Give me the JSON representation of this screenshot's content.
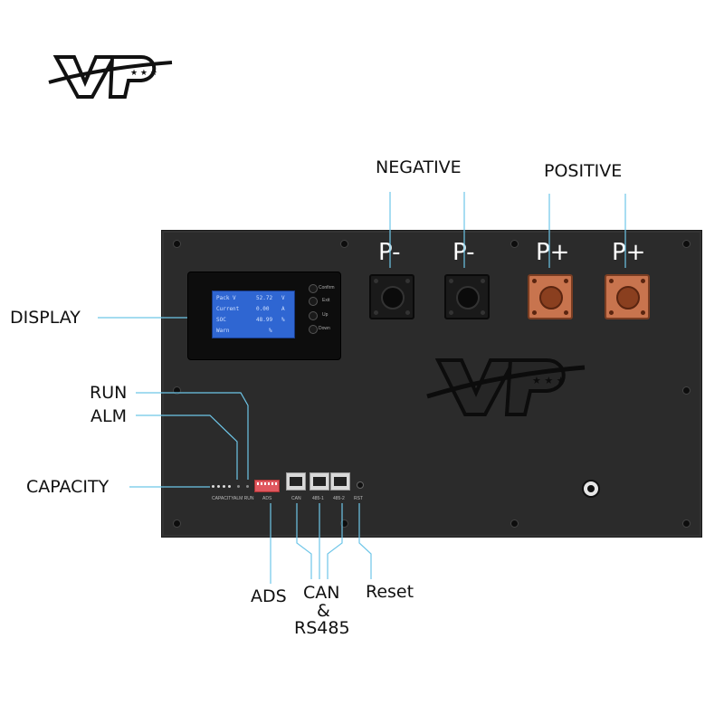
{
  "brand": {
    "logo_text": "VP"
  },
  "callouts": {
    "negative": "NEGATIVE",
    "positive": "POSITIVE",
    "display": "DISPLAY",
    "run": "RUN",
    "alm": "ALM",
    "capacity": "CAPACITY",
    "ads": "ADS",
    "can": "CAN",
    "and": "&",
    "rs485": "RS485",
    "reset": "Reset"
  },
  "terminals": [
    {
      "label": "P-"
    },
    {
      "label": "P-"
    },
    {
      "label": "P+"
    },
    {
      "label": "P+"
    }
  ],
  "lcd": {
    "rows": [
      {
        "name": "Pack V",
        "value": "52.72",
        "unit": "V"
      },
      {
        "name": "Current",
        "value": "0.00",
        "unit": "A"
      },
      {
        "name": "SOC",
        "value": "48.99",
        "unit": "%"
      },
      {
        "name": "Warn",
        "value": "",
        "unit": "%"
      }
    ]
  },
  "display_buttons": [
    "Confirm",
    "Exit",
    "Up",
    "Down"
  ],
  "port_labels": {
    "capacity": "CAPACITY",
    "alm_run": "ALM RUN",
    "ads": "ADS",
    "can": "CAN",
    "rs1": "485-1",
    "rs2": "485-2",
    "rst": "RST"
  },
  "colors": {
    "leader_line": "#6ec6e8",
    "panel": "#2b2b2b",
    "lcd": "#2f66d2",
    "positive_terminal": "#c8744e",
    "dip_switch": "#e0585f"
  }
}
